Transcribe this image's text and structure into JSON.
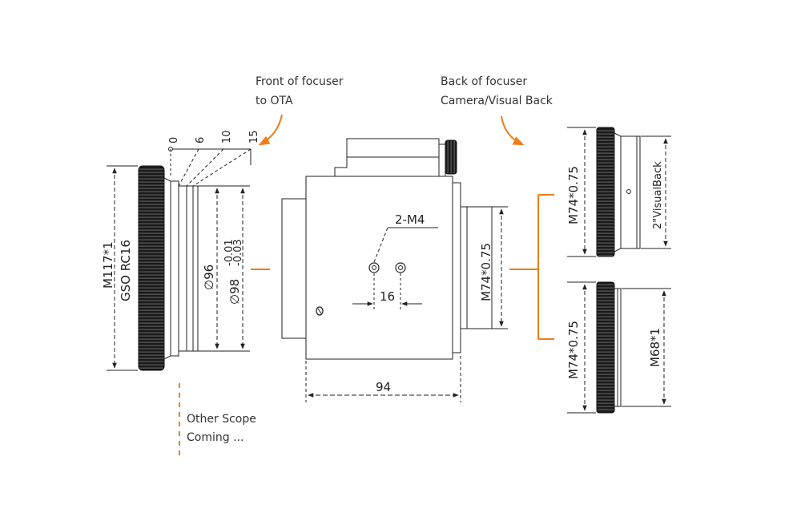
{
  "labels": {
    "front_line1": "Front of focuser",
    "front_line2": "to OTA",
    "back_line1": "Back of focuser",
    "back_line2": "Camera/Visual Back",
    "other_line1": "Other Scope",
    "other_line2": "Coming ...",
    "thread_m4": "2-M4"
  },
  "dimensions": {
    "offset_0": "0",
    "offset_6": "6",
    "offset_10": "10",
    "offset_15": "15",
    "front_thread": "M117*1",
    "front_scope": "GSO RC16",
    "bore_96": "∅96",
    "bore_98": "∅98",
    "tol_upper": "-0.01",
    "tol_lower": "-0.03",
    "hole_spacing": "16",
    "body_length": "94",
    "back_thread_body": "M74*0.75",
    "adapter1_thread": "M74*0.75",
    "adapter1_name": "2\"VisualBack",
    "adapter2_thread": "M74*0.75",
    "adapter2_thread_out": "M68*1"
  },
  "colors": {
    "accent": "#f07d1a",
    "line": "#222222",
    "body_fill": "#f4f4f4",
    "knurl": "#1a1a1a"
  }
}
